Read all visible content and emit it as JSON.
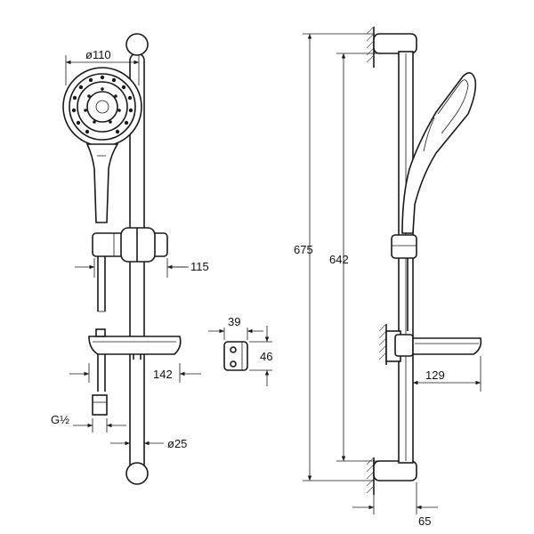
{
  "dimensions": {
    "head_diameter": "ø110",
    "slider_offset": "115",
    "holder_width": "39",
    "holder_height": "46",
    "soap_dish_width": "142",
    "inlet_thread": "G½",
    "rail_diameter": "ø25",
    "overall_height": "675",
    "bracket_spacing": "642",
    "dish_projection": "129",
    "wall_offset": "65"
  },
  "colors": {
    "line": "#1a1a1a",
    "background": "#ffffff"
  }
}
